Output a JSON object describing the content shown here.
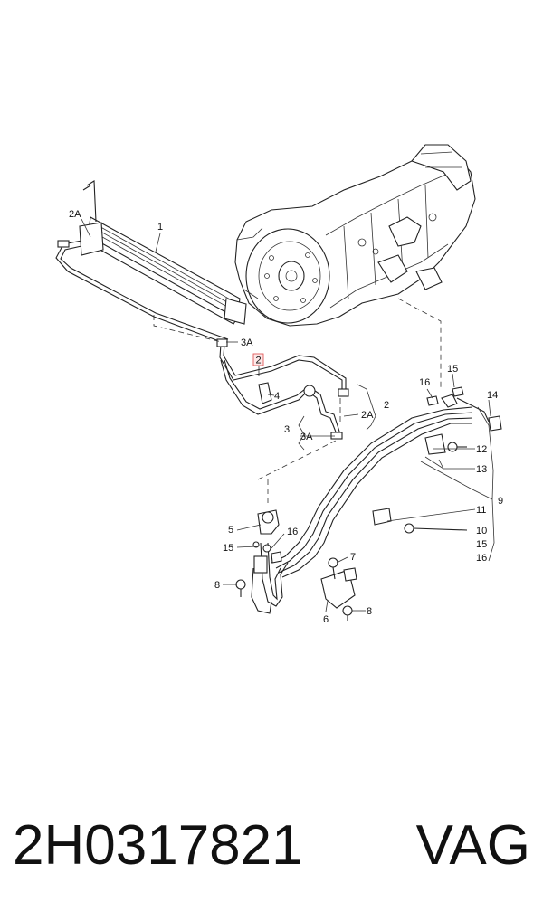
{
  "diagram": {
    "labels": {
      "l2A_top": "2A",
      "l1": "1",
      "l3A_top": "3A",
      "l2_highlight": "2",
      "l4": "4",
      "l2_right": "2",
      "l2A_mid": "2A",
      "l3": "3",
      "l3A_mid": "3A",
      "l16_top": "16",
      "l15_top": "15",
      "l14": "14",
      "l12": "12",
      "l13": "13",
      "l9": "9",
      "l11": "11",
      "l10": "10",
      "l15_list": "15",
      "l16_list": "16",
      "l5": "5",
      "l16_mid": "16",
      "l15_mid": "15",
      "l7": "7",
      "l8_left": "8",
      "l8_right": "8",
      "l6": "6"
    }
  },
  "footer": {
    "part_number": "2H0317821",
    "brand": "VAG"
  }
}
